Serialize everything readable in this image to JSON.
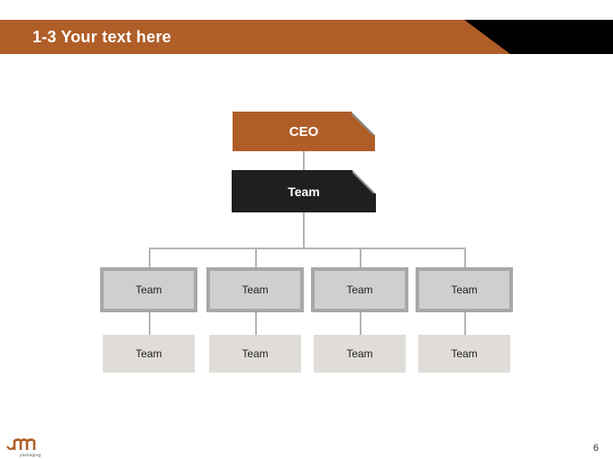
{
  "header": {
    "title": "1-3 Your text here"
  },
  "org": {
    "ceo": "CEO",
    "top_team": "Team",
    "mid_teams": [
      "Team",
      "Team",
      "Team",
      "Team"
    ],
    "bottom_teams": [
      "Team",
      "Team",
      "Team",
      "Team"
    ]
  },
  "footer": {
    "page_number": "6",
    "logo_text": "packaging"
  },
  "colors": {
    "accent": "#b05e28",
    "dark": "#1f1f1f",
    "connector": "#b5b5b5",
    "mid_fill": "#cfcfcf",
    "bottom_fill": "#e0ddd9"
  }
}
